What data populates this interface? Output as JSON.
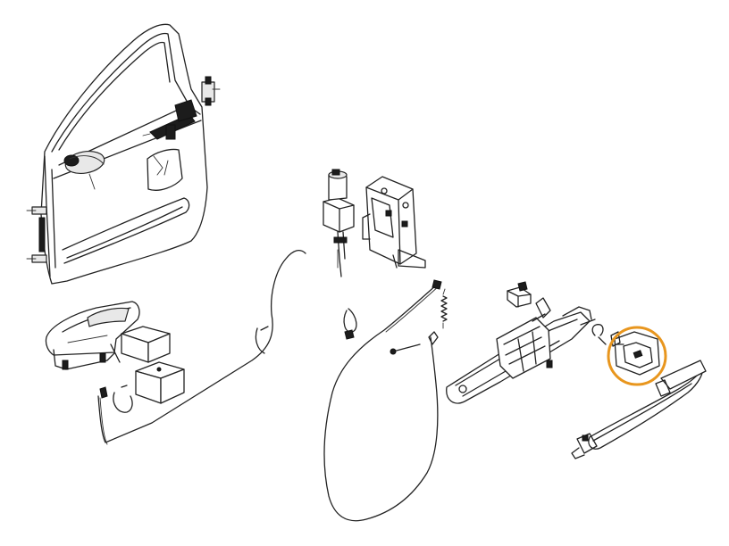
{
  "diagram": {
    "highlight_color": "#E8961E",
    "line_color": "#222222",
    "parts": [
      "door-shell",
      "interior-door-handle",
      "foam-pad-upper",
      "foam-pad-lower",
      "inner-handle-cable",
      "door-lock-actuator",
      "door-latch-assembly",
      "outside-handle-cable",
      "cable-clip",
      "return-spring",
      "outside-handle-bracket",
      "bracket-clip",
      "retaining-clip",
      "lock-cylinder-cover",
      "outside-door-handle"
    ],
    "highlighted_part": "lock-cylinder-cover"
  }
}
